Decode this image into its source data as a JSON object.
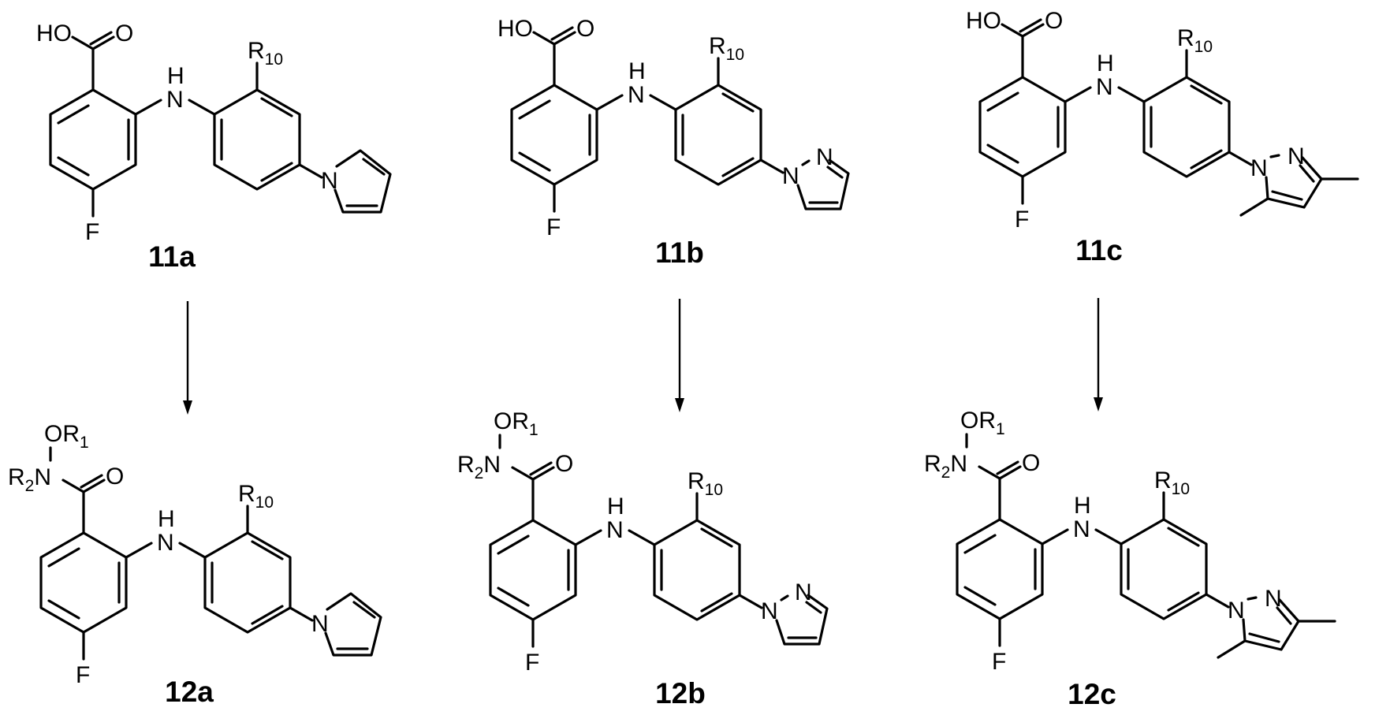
{
  "scheme": {
    "description": "Conversion of anthranilic acids 11a-11c to hydroxamate derivatives 12a-12c",
    "arrows": [
      {
        "from": "11a",
        "to": "12a"
      },
      {
        "from": "11b",
        "to": "12b"
      },
      {
        "from": "11c",
        "to": "12c"
      }
    ]
  },
  "atoms": {
    "HO": "HO",
    "O": "O",
    "H": "H",
    "N": "N",
    "F": "F",
    "R": "R",
    "R10_sub": "10",
    "OR": "OR",
    "R1_sub": "1",
    "R2_sub": "2"
  },
  "compounds": {
    "c11a": {
      "label": "11a",
      "acid_group": "COOH",
      "heterocycle": "pyrrol-1-yl",
      "substituent": "R10"
    },
    "c11b": {
      "label": "11b",
      "acid_group": "COOH",
      "heterocycle": "pyrazol-1-yl",
      "substituent": "R10"
    },
    "c11c": {
      "label": "11c",
      "acid_group": "COOH",
      "heterocycle": "3,5-dimethylpyrazol-1-yl",
      "substituent": "R10"
    },
    "c12a": {
      "label": "12a",
      "acid_group": "C(O)N(R2)OR1",
      "heterocycle": "pyrrol-1-yl",
      "substituent": "R10"
    },
    "c12b": {
      "label": "12b",
      "acid_group": "C(O)N(R2)OR1",
      "heterocycle": "pyrazol-1-yl",
      "substituent": "R10"
    },
    "c12c": {
      "label": "12c",
      "acid_group": "C(O)N(R2)OR1",
      "heterocycle": "3,5-dimethylpyrazol-1-yl",
      "substituent": "R10"
    }
  }
}
